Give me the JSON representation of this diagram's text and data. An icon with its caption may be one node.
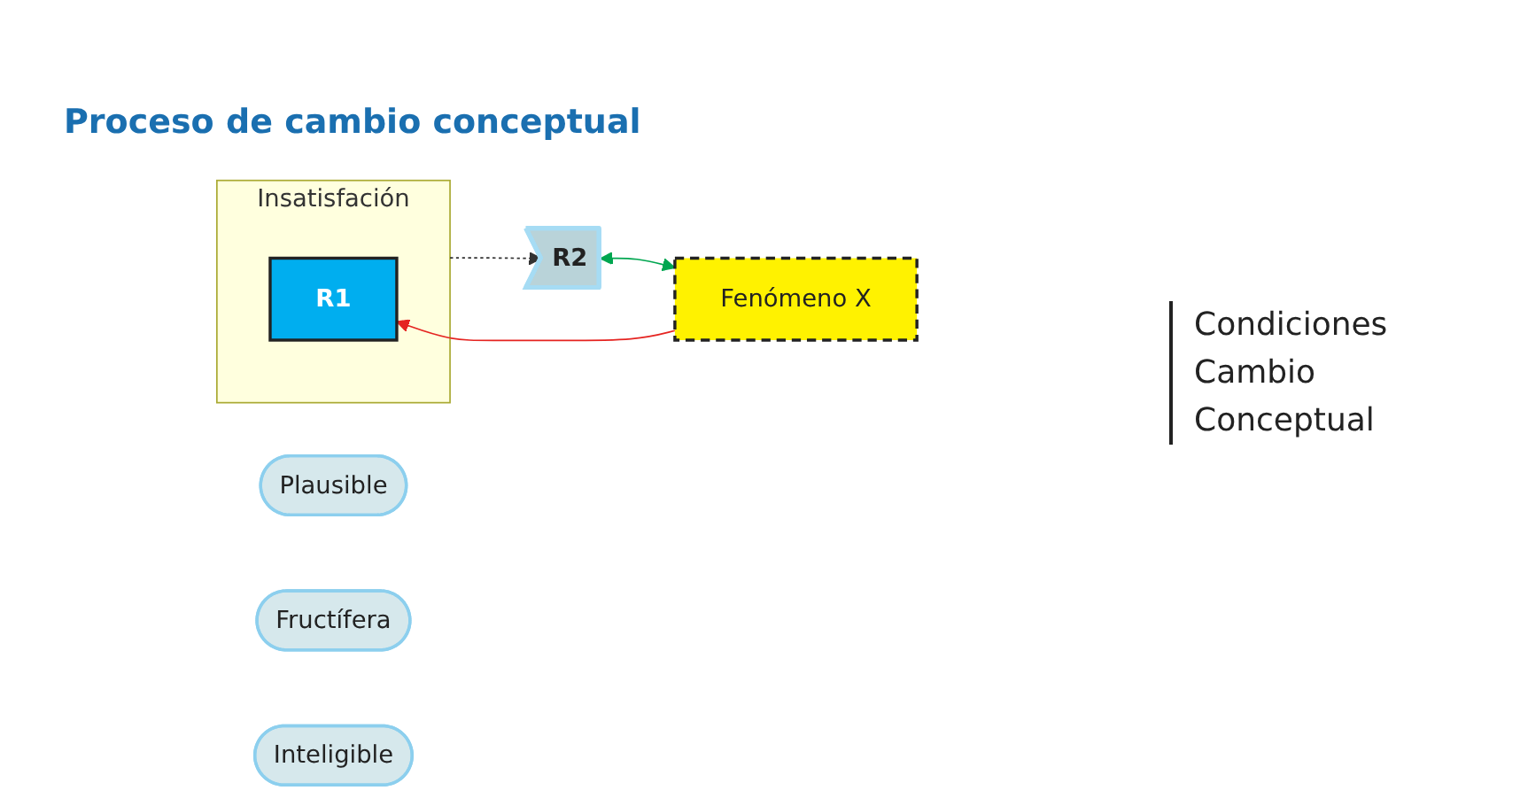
{
  "diagram": {
    "title": "Proceso de cambio conceptual",
    "nodes": [
      {
        "text": [
          "Insatisfación"
        ]
      },
      {
        "text": [
          "R1"
        ],
        "in": 0
      },
      {
        "text": [
          "Plausible"
        ]
      },
      {
        "text": [
          "Fructífera"
        ]
      },
      {
        "text": [
          "Inteligible"
        ]
      },
      {
        "text": [
          "R2"
        ]
      },
      {
        "text": [
          "Fenómeno X"
        ]
      }
    ],
    "edges": [
      {
        "from": 0,
        "to": 5,
        "arrow": "to",
        "style": "dashed"
      },
      {
        "from": 5,
        "to": 6,
        "arrow": "both",
        "color": "#00a650"
      },
      {
        "from": 6,
        "to": 1,
        "arrow": "to",
        "color": "#e52421"
      }
    ],
    "labels": [
      "Condiciones Cambio Conceptual"
    ]
  }
}
